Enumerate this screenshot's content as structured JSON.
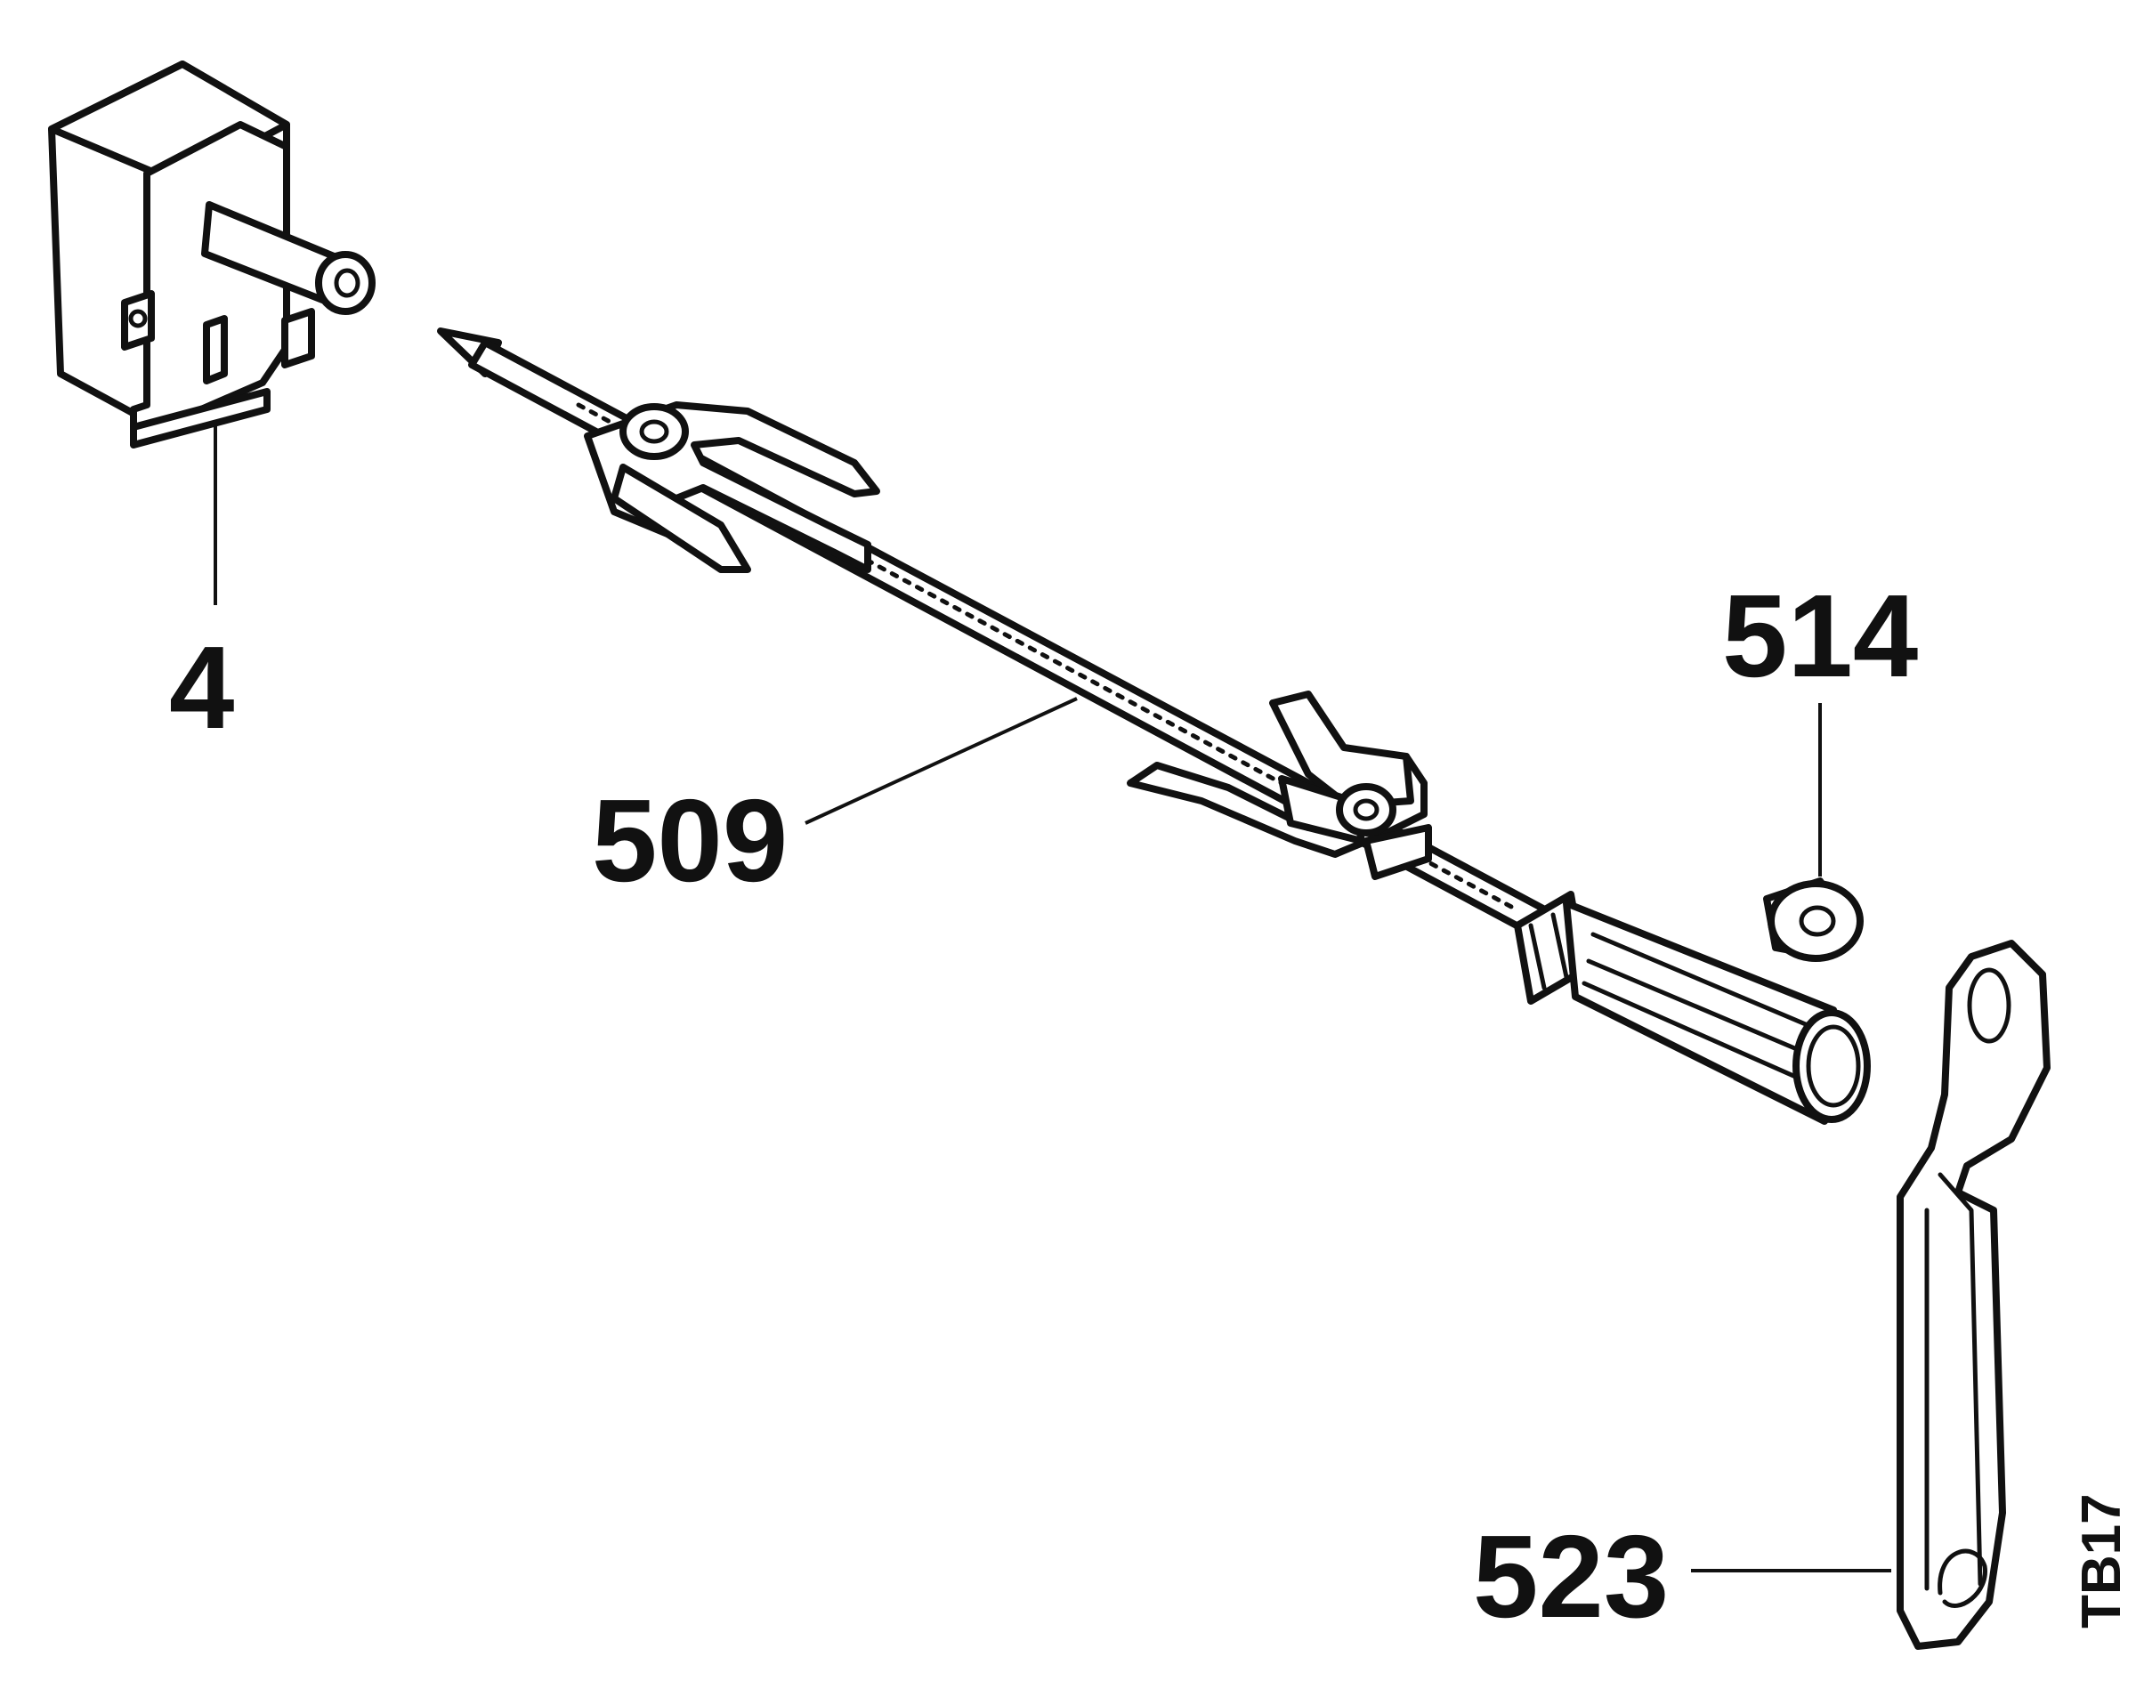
{
  "labels": {
    "thermostat": "4",
    "spit": "509",
    "nut": "514",
    "bracket": "523"
  },
  "diagram_code": "TB17",
  "colors": {
    "ink": "#111111",
    "paper": "#ffffff"
  }
}
